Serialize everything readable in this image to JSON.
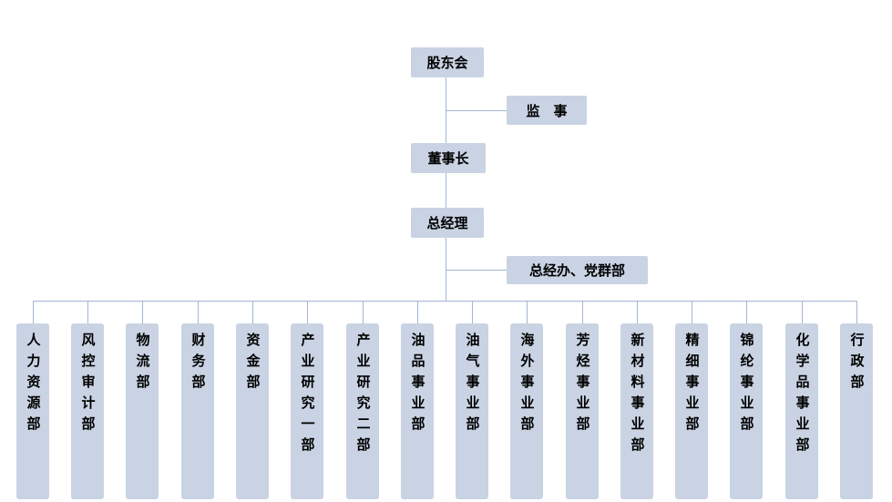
{
  "org_chart": {
    "top_nodes": {
      "shareholders": {
        "label": "股东会"
      },
      "supervisor": {
        "label": "监　事"
      },
      "chairman": {
        "label": "董事长"
      },
      "general_manager": {
        "label": "总经理"
      },
      "gm_office": {
        "label": "总经办、党群部"
      }
    },
    "departments": [
      {
        "label": "人力资源部"
      },
      {
        "label": "风控审计部"
      },
      {
        "label": "物流部"
      },
      {
        "label": "财务部"
      },
      {
        "label": "资金部"
      },
      {
        "label": "产业研究一部"
      },
      {
        "label": "产业研究二部"
      },
      {
        "label": "油品事业部"
      },
      {
        "label": "油气事业部"
      },
      {
        "label": "海外事业部"
      },
      {
        "label": "芳烃事业部"
      },
      {
        "label": "新材料事业部"
      },
      {
        "label": "精细事业部"
      },
      {
        "label": "锦纶事业部"
      },
      {
        "label": "化学品事业部"
      },
      {
        "label": "行政部"
      }
    ],
    "colors": {
      "box_fill": "#c9d3e3",
      "line": "#a3b6d2",
      "text": "#000000",
      "background": "#ffffff"
    }
  }
}
